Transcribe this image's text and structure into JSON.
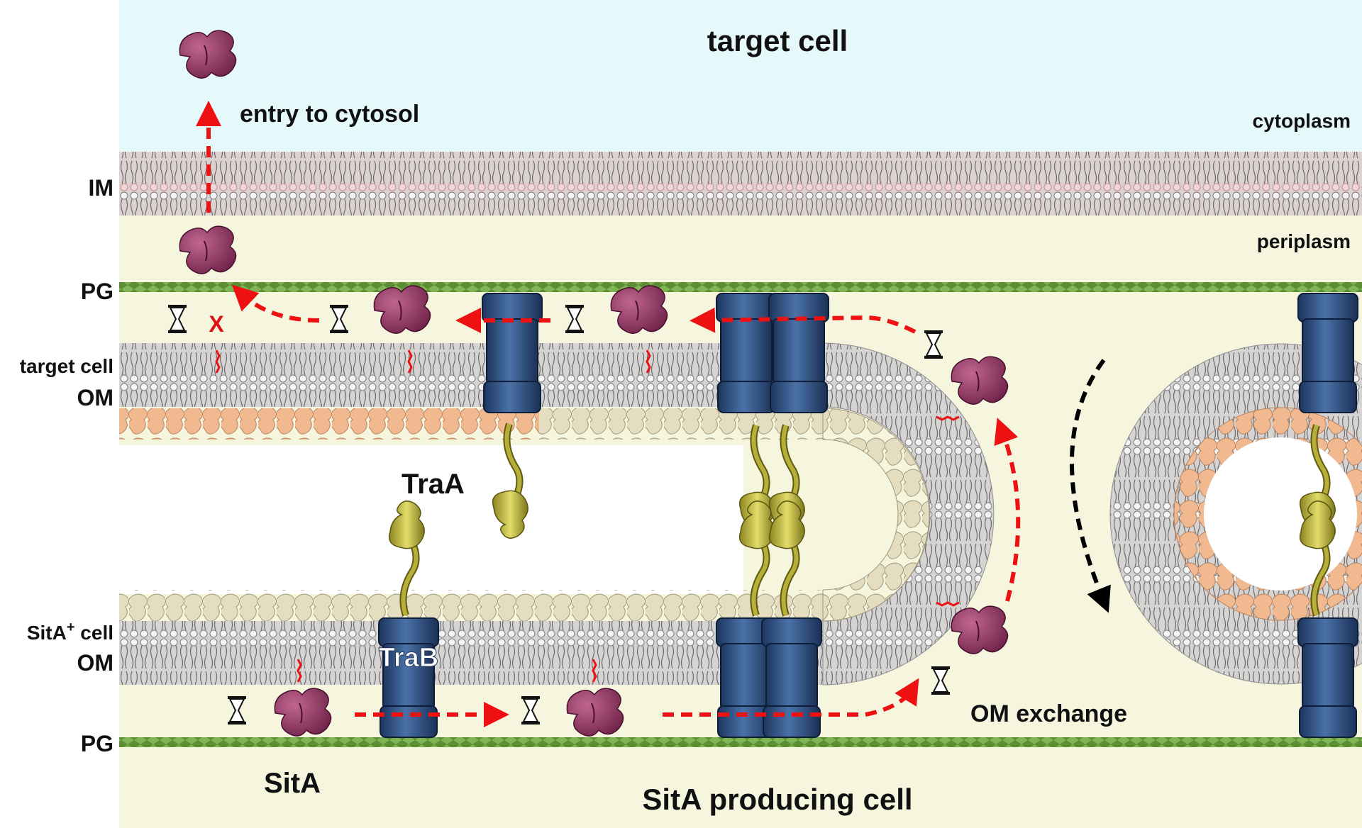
{
  "title": "target cell",
  "bottom_title": "SitA producing cell",
  "regions": {
    "cytoplasm": "cytoplasm",
    "periplasm": "periplasm",
    "entry": "entry to cytosol",
    "om_exchange": "OM exchange"
  },
  "layers": {
    "im": "IM",
    "pg_top": "PG",
    "target_om_1": "target cell",
    "target_om_2": "OM",
    "sita_om_1": "SitA",
    "sita_om_sup": "+",
    "sita_om_2": " cell",
    "sita_om_3": "OM",
    "pg_bottom": "PG"
  },
  "proteins": {
    "traa": "TraA",
    "trab": "TraB",
    "sita": "SitA",
    "blocked": "X"
  },
  "colors": {
    "cytoplasm_bg": "#e6f9fa",
    "periplasm_bg": "#f6f6df",
    "membrane": "#9a9a9a",
    "pg": "#6fa24a",
    "trab": "#2b4a7a",
    "traa": "#c9c24a",
    "sita": "#8e3561",
    "arrow": "#ee1111"
  }
}
